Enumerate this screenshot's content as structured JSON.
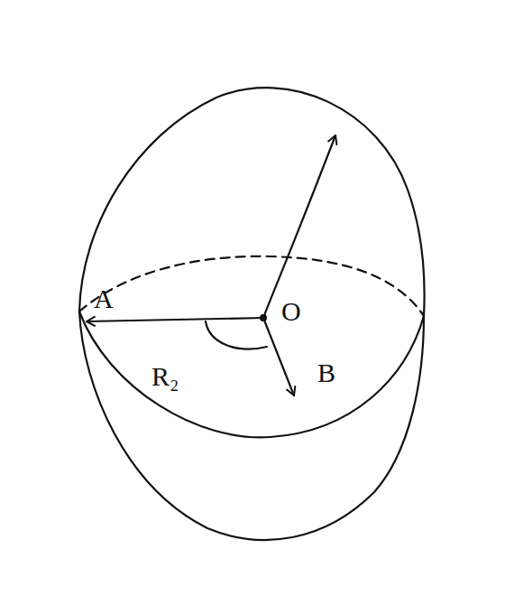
{
  "diagram": {
    "labels": [
      "A",
      "O",
      "B",
      "R₂"
    ]
  }
}
